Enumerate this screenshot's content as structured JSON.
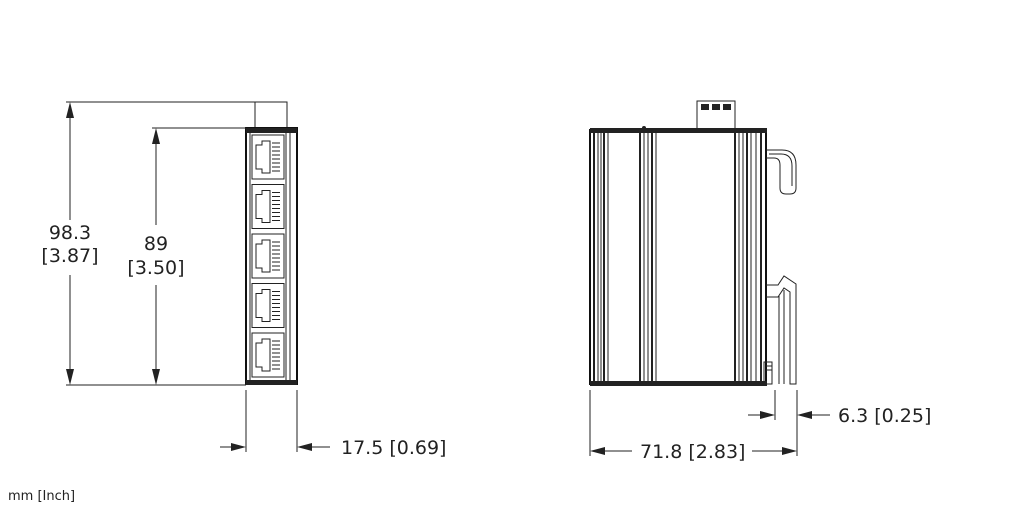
{
  "dimensions": {
    "total_height_mm": "98.3",
    "total_height_in": "[3.87]",
    "body_height_mm": "89",
    "body_height_in": "[3.50]",
    "width": "17.5 [0.69]",
    "depth": "71.8 [2.83]",
    "rail_offset": "6.3 [0.25]"
  },
  "units_note": "mm [Inch]",
  "front_view": {
    "port_count": 5
  }
}
